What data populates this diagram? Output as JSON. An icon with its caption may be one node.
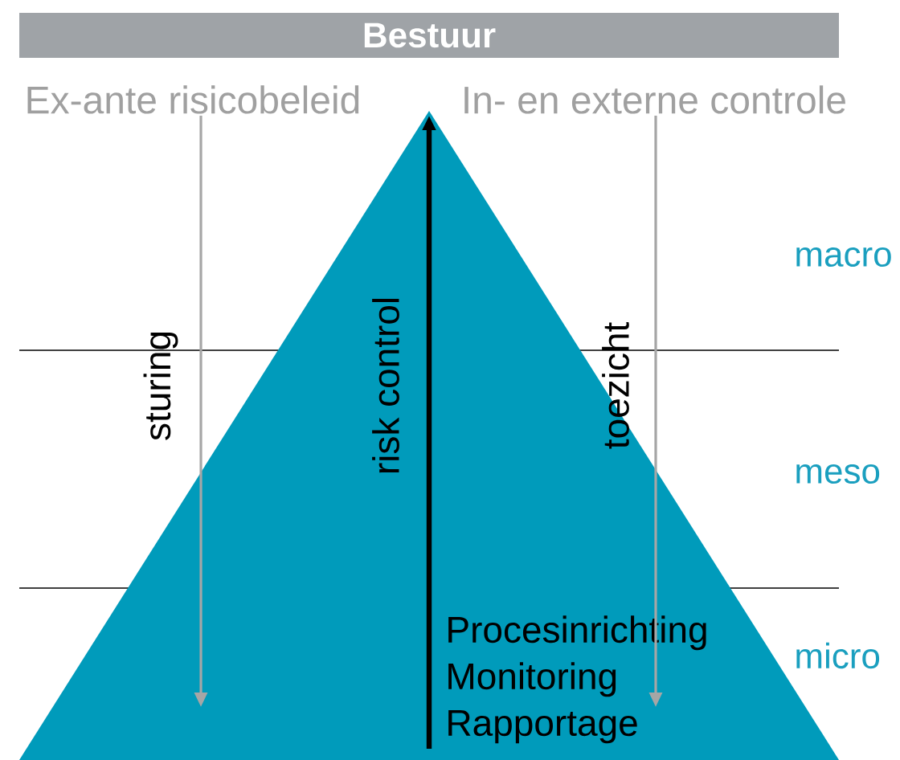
{
  "diagram": {
    "nodes": [
      {
        "text": [
          "Bestuur"
        ]
      },
      {
        "text": [
          "Ex-ante risicobeleid"
        ]
      },
      {
        "text": [
          "In- en externe controle"
        ]
      },
      {
        "text": [
          "Procesinrichting Monitoring Rapportage"
        ]
      }
    ],
    "edges": [
      {
        "from": 1,
        "to": 3,
        "arrow": "to",
        "label": "sturing"
      },
      {
        "from": 2,
        "to": 3,
        "arrow": "to",
        "label": "toezicht"
      },
      {
        "from": 3,
        "to": null,
        "arrow": "to",
        "label": "risk control",
        "style": "thick",
        "color": "#000000"
      }
    ],
    "labels": [
      "macro",
      "meso",
      "micro"
    ]
  }
}
